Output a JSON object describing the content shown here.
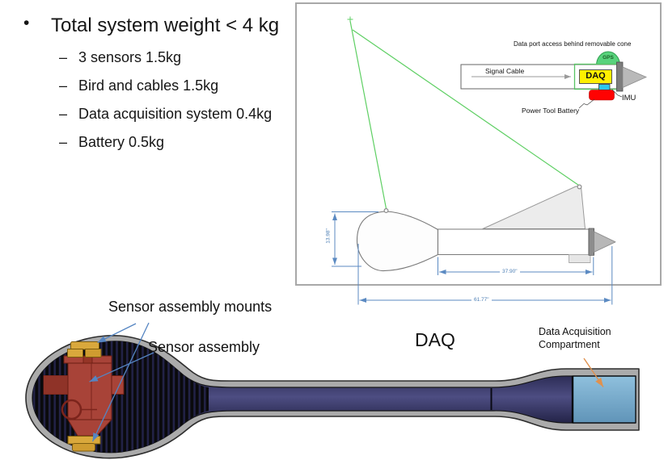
{
  "slide": {
    "bullet_list": {
      "title": "Total system weight < 4 kg",
      "items": [
        "3 sensors 1.5kg",
        "Bird and cables 1.5kg",
        "Data acquisition system 0.4kg",
        "Battery 0.5kg"
      ]
    },
    "schematic": {
      "caption": "Data port access behind removable cone",
      "signal_cable_label": "Signal Cable",
      "daq_label": "DAQ",
      "gps_label": "GPS",
      "imu_label": "IMU",
      "battery_label": "Power Tool Battery"
    },
    "drawing_dimensions": {
      "height": "13.98\"",
      "tube_length": "37.90\"",
      "total_length": "61.77\""
    },
    "cross_section": {
      "mounts_label": "Sensor assembly mounts",
      "assembly_label": "Sensor assembly",
      "daq_label": "DAQ",
      "compartment_label": "Data Acquisition Compartment"
    },
    "colors": {
      "daq_yellow": "#ffef00",
      "gps_green": "#58d37c",
      "imu_cyan": "#29c8ef",
      "battery_red": "#ff0202",
      "tow_line_green": "#5ecf63",
      "dimension_blue": "#5b8ac2",
      "callout_blue": "#5585c2",
      "callout_orange": "#e0914e",
      "compartment_blue": "#79aed0",
      "assembly_red": "#a84338",
      "mount_gold": "#d9a83c"
    }
  }
}
